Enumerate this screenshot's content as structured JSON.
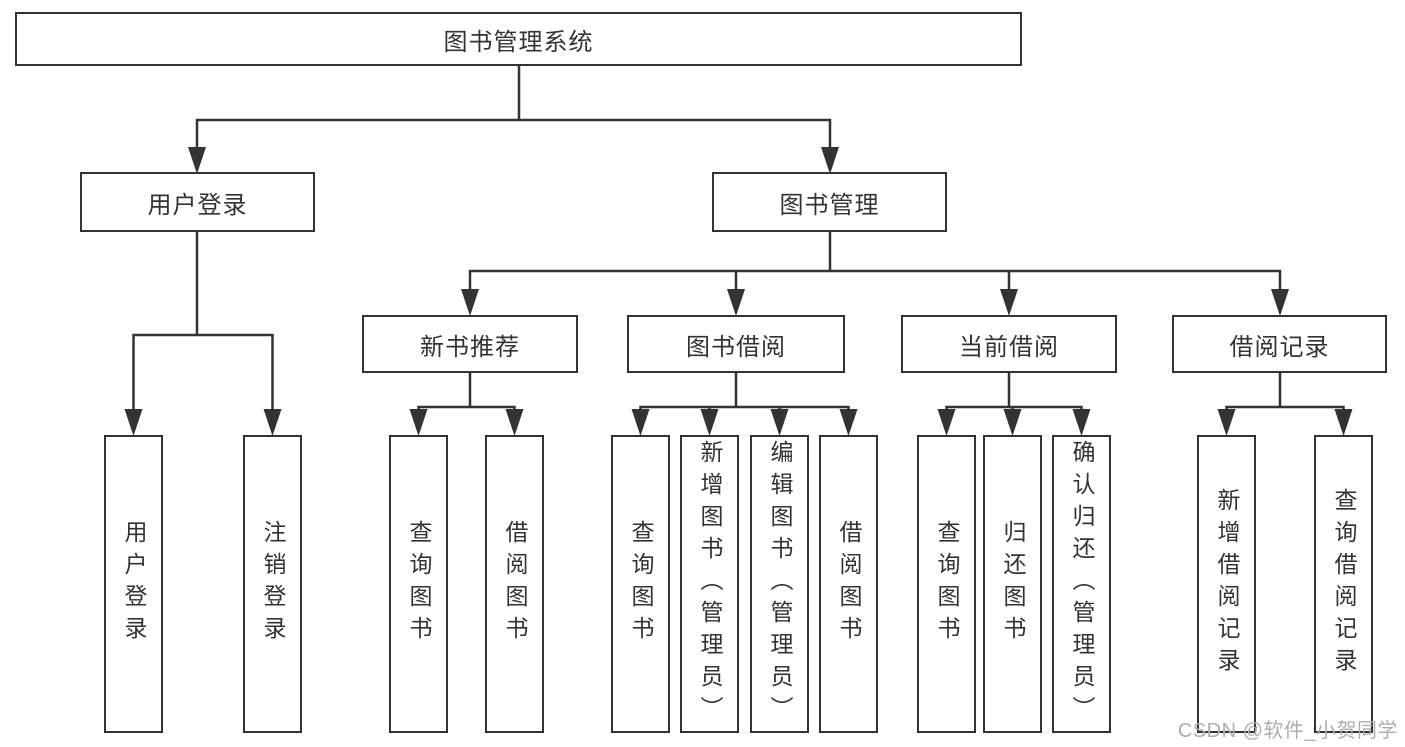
{
  "diagram": {
    "tree": {
      "label": "图书管理系统",
      "children": [
        {
          "label": "用户登录",
          "children": [
            {
              "label": "用户登录"
            },
            {
              "label": "注销登录"
            }
          ]
        },
        {
          "label": "图书管理",
          "children": [
            {
              "label": "新书推荐",
              "children": [
                {
                  "label": "查询图书"
                },
                {
                  "label": "借阅图书"
                }
              ]
            },
            {
              "label": "图书借阅",
              "children": [
                {
                  "label": "查询图书"
                },
                {
                  "label": "新增图书（管理员）"
                },
                {
                  "label": "编辑图书（管理员）"
                },
                {
                  "label": "借阅图书"
                }
              ]
            },
            {
              "label": "当前借阅",
              "children": [
                {
                  "label": "查询图书"
                },
                {
                  "label": "归还图书"
                },
                {
                  "label": "确认归还（管理员）"
                }
              ]
            },
            {
              "label": "借阅记录",
              "children": [
                {
                  "label": "新增借阅记录"
                },
                {
                  "label": "查询借阅记录"
                }
              ]
            }
          ]
        }
      ]
    },
    "watermark": "CSDN @软件_小贺同学",
    "colors": {
      "line": "#333333",
      "text": "#333333",
      "box_background": "#ffffff",
      "background": "#ffffff",
      "watermark": "#b0adad"
    }
  }
}
